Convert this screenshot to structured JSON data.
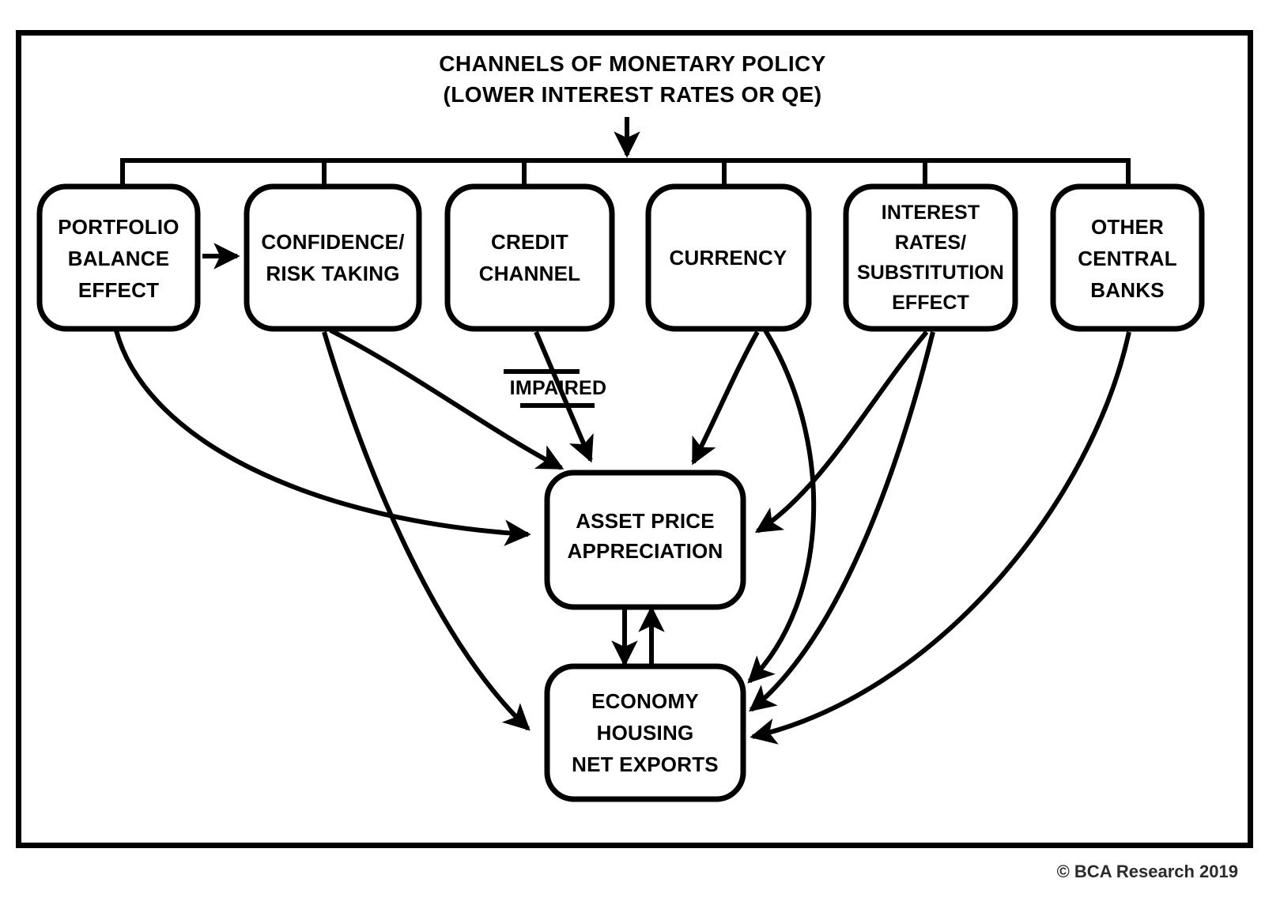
{
  "title": {
    "line1": "CHANNELS OF MONETARY POLICY",
    "line2": "(LOWER INTEREST RATES OR QE)"
  },
  "channels": [
    {
      "id": "portfolio-balance-effect",
      "lines": [
        "PORTFOLIO",
        "BALANCE",
        "EFFECT"
      ]
    },
    {
      "id": "confidence-risk-taking",
      "lines": [
        "CONFIDENCE/",
        "RISK TAKING"
      ]
    },
    {
      "id": "credit-channel",
      "lines": [
        "CREDIT",
        "CHANNEL"
      ]
    },
    {
      "id": "currency",
      "lines": [
        "CURRENCY"
      ]
    },
    {
      "id": "interest-rates-substitution-effect",
      "lines": [
        "INTEREST",
        "RATES/",
        "SUBSTITUTION",
        "EFFECT"
      ]
    },
    {
      "id": "other-central-banks",
      "lines": [
        "OTHER",
        "CENTRAL",
        "BANKS"
      ]
    }
  ],
  "outcomes": [
    {
      "id": "asset-price-appreciation",
      "lines": [
        "ASSET PRICE",
        "APPRECIATION"
      ]
    },
    {
      "id": "economy-housing-net-exports",
      "lines": [
        "ECONOMY",
        "HOUSING",
        "NET EXPORTS"
      ]
    }
  ],
  "annotations": {
    "impaired": "IMPAIRED"
  },
  "footer": {
    "copyright": "© BCA Research 2019"
  },
  "colors": {
    "ink": "#000000",
    "paper": "#ffffff",
    "footer_text": "#2b2b2b"
  },
  "chart_data": {
    "type": "diagram",
    "title": "CHANNELS OF MONETARY POLICY (LOWER INTEREST RATES OR QE)",
    "nodes": [
      "PORTFOLIO BALANCE EFFECT",
      "CONFIDENCE/ RISK TAKING",
      "CREDIT CHANNEL",
      "CURRENCY",
      "INTEREST RATES/ SUBSTITUTION EFFECT",
      "OTHER CENTRAL BANKS",
      "ASSET PRICE APPRECIATION",
      "ECONOMY HOUSING NET EXPORTS"
    ],
    "edges": [
      {
        "from": "CHANNELS OF MONETARY POLICY",
        "to": "PORTFOLIO BALANCE EFFECT",
        "style": "bus"
      },
      {
        "from": "CHANNELS OF MONETARY POLICY",
        "to": "CONFIDENCE/ RISK TAKING",
        "style": "bus"
      },
      {
        "from": "CHANNELS OF MONETARY POLICY",
        "to": "CREDIT CHANNEL",
        "style": "bus"
      },
      {
        "from": "CHANNELS OF MONETARY POLICY",
        "to": "CURRENCY",
        "style": "bus"
      },
      {
        "from": "CHANNELS OF MONETARY POLICY",
        "to": "INTEREST RATES/ SUBSTITUTION EFFECT",
        "style": "bus"
      },
      {
        "from": "CHANNELS OF MONETARY POLICY",
        "to": "OTHER CENTRAL BANKS",
        "style": "bus"
      },
      {
        "from": "PORTFOLIO BALANCE EFFECT",
        "to": "CONFIDENCE/ RISK TAKING",
        "style": "arrow"
      },
      {
        "from": "PORTFOLIO BALANCE EFFECT",
        "to": "ASSET PRICE APPRECIATION",
        "style": "arrow"
      },
      {
        "from": "CONFIDENCE/ RISK TAKING",
        "to": "ASSET PRICE APPRECIATION",
        "style": "arrow"
      },
      {
        "from": "CONFIDENCE/ RISK TAKING",
        "to": "ECONOMY HOUSING NET EXPORTS",
        "style": "arrow"
      },
      {
        "from": "CREDIT CHANNEL",
        "to": "ASSET PRICE APPRECIATION",
        "style": "arrow",
        "label": "IMPAIRED"
      },
      {
        "from": "CURRENCY",
        "to": "ASSET PRICE APPRECIATION",
        "style": "arrow"
      },
      {
        "from": "CURRENCY",
        "to": "ECONOMY HOUSING NET EXPORTS",
        "style": "arrow"
      },
      {
        "from": "INTEREST RATES/ SUBSTITUTION EFFECT",
        "to": "ASSET PRICE APPRECIATION",
        "style": "arrow"
      },
      {
        "from": "INTEREST RATES/ SUBSTITUTION EFFECT",
        "to": "ECONOMY HOUSING NET EXPORTS",
        "style": "arrow"
      },
      {
        "from": "OTHER CENTRAL BANKS",
        "to": "ECONOMY HOUSING NET EXPORTS",
        "style": "arrow"
      },
      {
        "from": "ASSET PRICE APPRECIATION",
        "to": "ECONOMY HOUSING NET EXPORTS",
        "style": "arrow"
      },
      {
        "from": "ECONOMY HOUSING NET EXPORTS",
        "to": "ASSET PRICE APPRECIATION",
        "style": "arrow"
      }
    ]
  }
}
